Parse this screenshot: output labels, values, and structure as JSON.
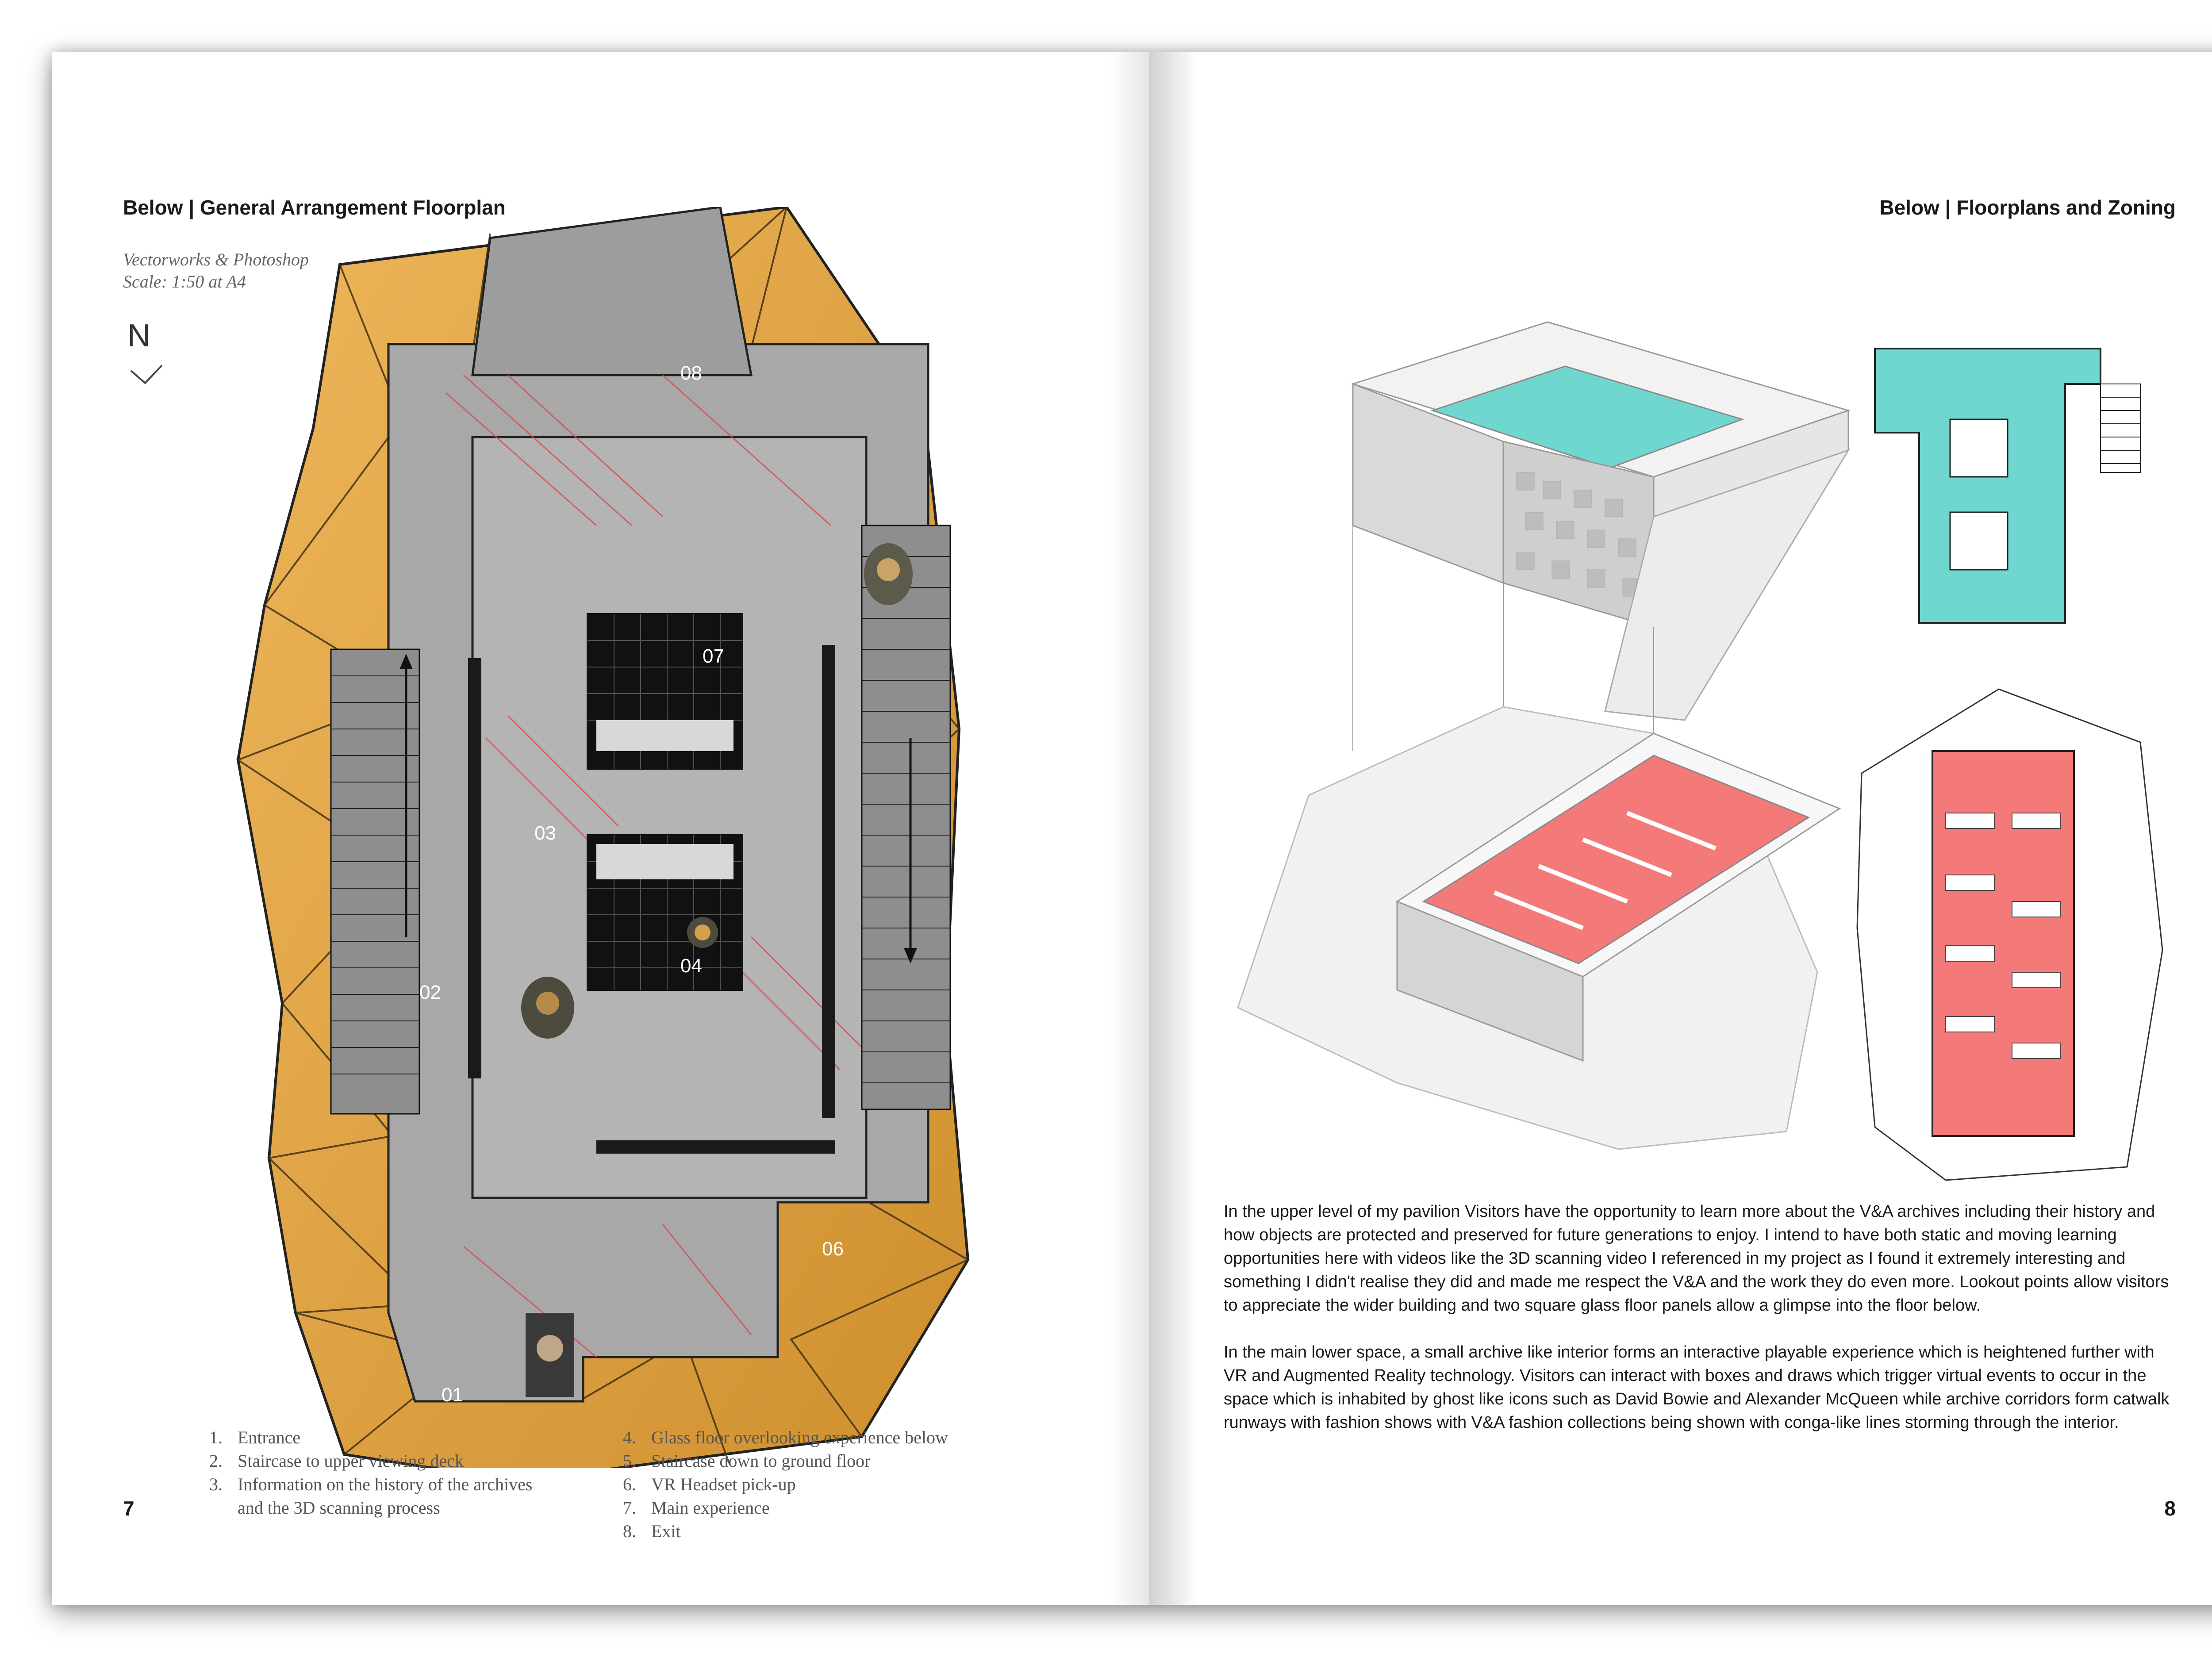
{
  "left_page": {
    "heading": "Below | General Arrangement Floorplan",
    "subtitle_lines": [
      "Vectorworks & Photoshop",
      "Scale: 1:50 at A4"
    ],
    "north_label": "N",
    "zones": [
      "08",
      "07",
      "03",
      "02",
      "04",
      "06",
      "01"
    ],
    "legend": [
      {
        "num": "1.",
        "text": "Entrance"
      },
      {
        "num": "2.",
        "text": "Staircase to upper viewing deck"
      },
      {
        "num": "3.",
        "text": "Information on the history of the archives\nand the 3D scanning process"
      },
      {
        "num": "4.",
        "text": "Glass floor overlooking experience below"
      },
      {
        "num": "5.",
        "text": "Staircase down to ground floor"
      },
      {
        "num": "6.",
        "text": "VR Headset pick-up"
      },
      {
        "num": "7.",
        "text": "Main experience"
      },
      {
        "num": "8.",
        "text": "Exit"
      }
    ],
    "page_number": "7"
  },
  "right_page": {
    "heading": "Below | Floorplans and Zoning",
    "paragraphs": [
      "In the upper level of my pavilion Visitors have the opportunity to learn more about the V&A archives including their history and how objects are protected and preserved for future generations to enjoy. I intend to have both static and moving learning opportunities here with videos like the 3D scanning video I referenced in my project as I found it extremely interesting and something I didn't realise they did and made me respect the V&A and the work they do even more. Lookout points allow visitors to appreciate the wider building and two square glass floor panels allow a glimpse into the floor below.",
      "In the main lower space, a small archive like interior forms an interactive playable experience which is heightened further with VR and Augmented Reality technology. Visitors can interact with boxes and draws which trigger virtual events to occur in the space which is inhabited by ghost like icons such as David Bowie and Alexander McQueen while archive corridors form catwalk runways with fashion shows with V&A fashion collections being shown with conga-like lines storming through the interior."
    ],
    "page_number": "8"
  },
  "colors": {
    "timber": "#e2a544",
    "concrete": "#a9a9a9",
    "teal_zone": "#6fd6d0",
    "red_zone": "#f47a7a",
    "red_lines": "#d94a4a"
  }
}
